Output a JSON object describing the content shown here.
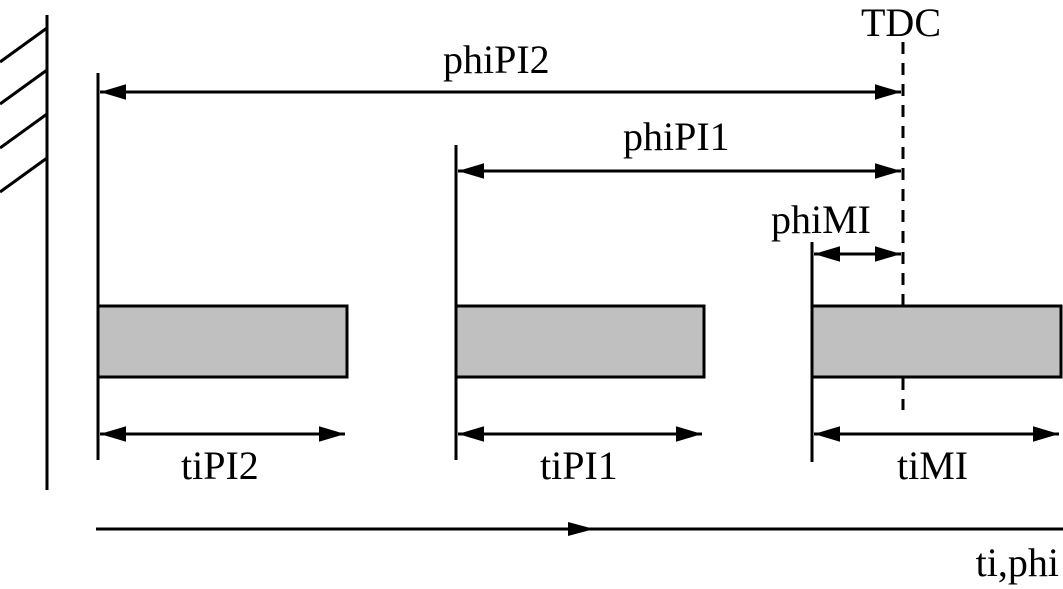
{
  "labels": {
    "tdc": "TDC",
    "phi_pi2": "phiPI2",
    "phi_pi1": "phiPI1",
    "phi_mi": "phiMI",
    "ti_pi2": "tiPI2",
    "ti_pi1": "tiPI1",
    "ti_mi": "tiMI",
    "axis": "ti,phi"
  },
  "colors": {
    "pulse_fill": "#c0c0c0",
    "line": "#000000"
  }
}
